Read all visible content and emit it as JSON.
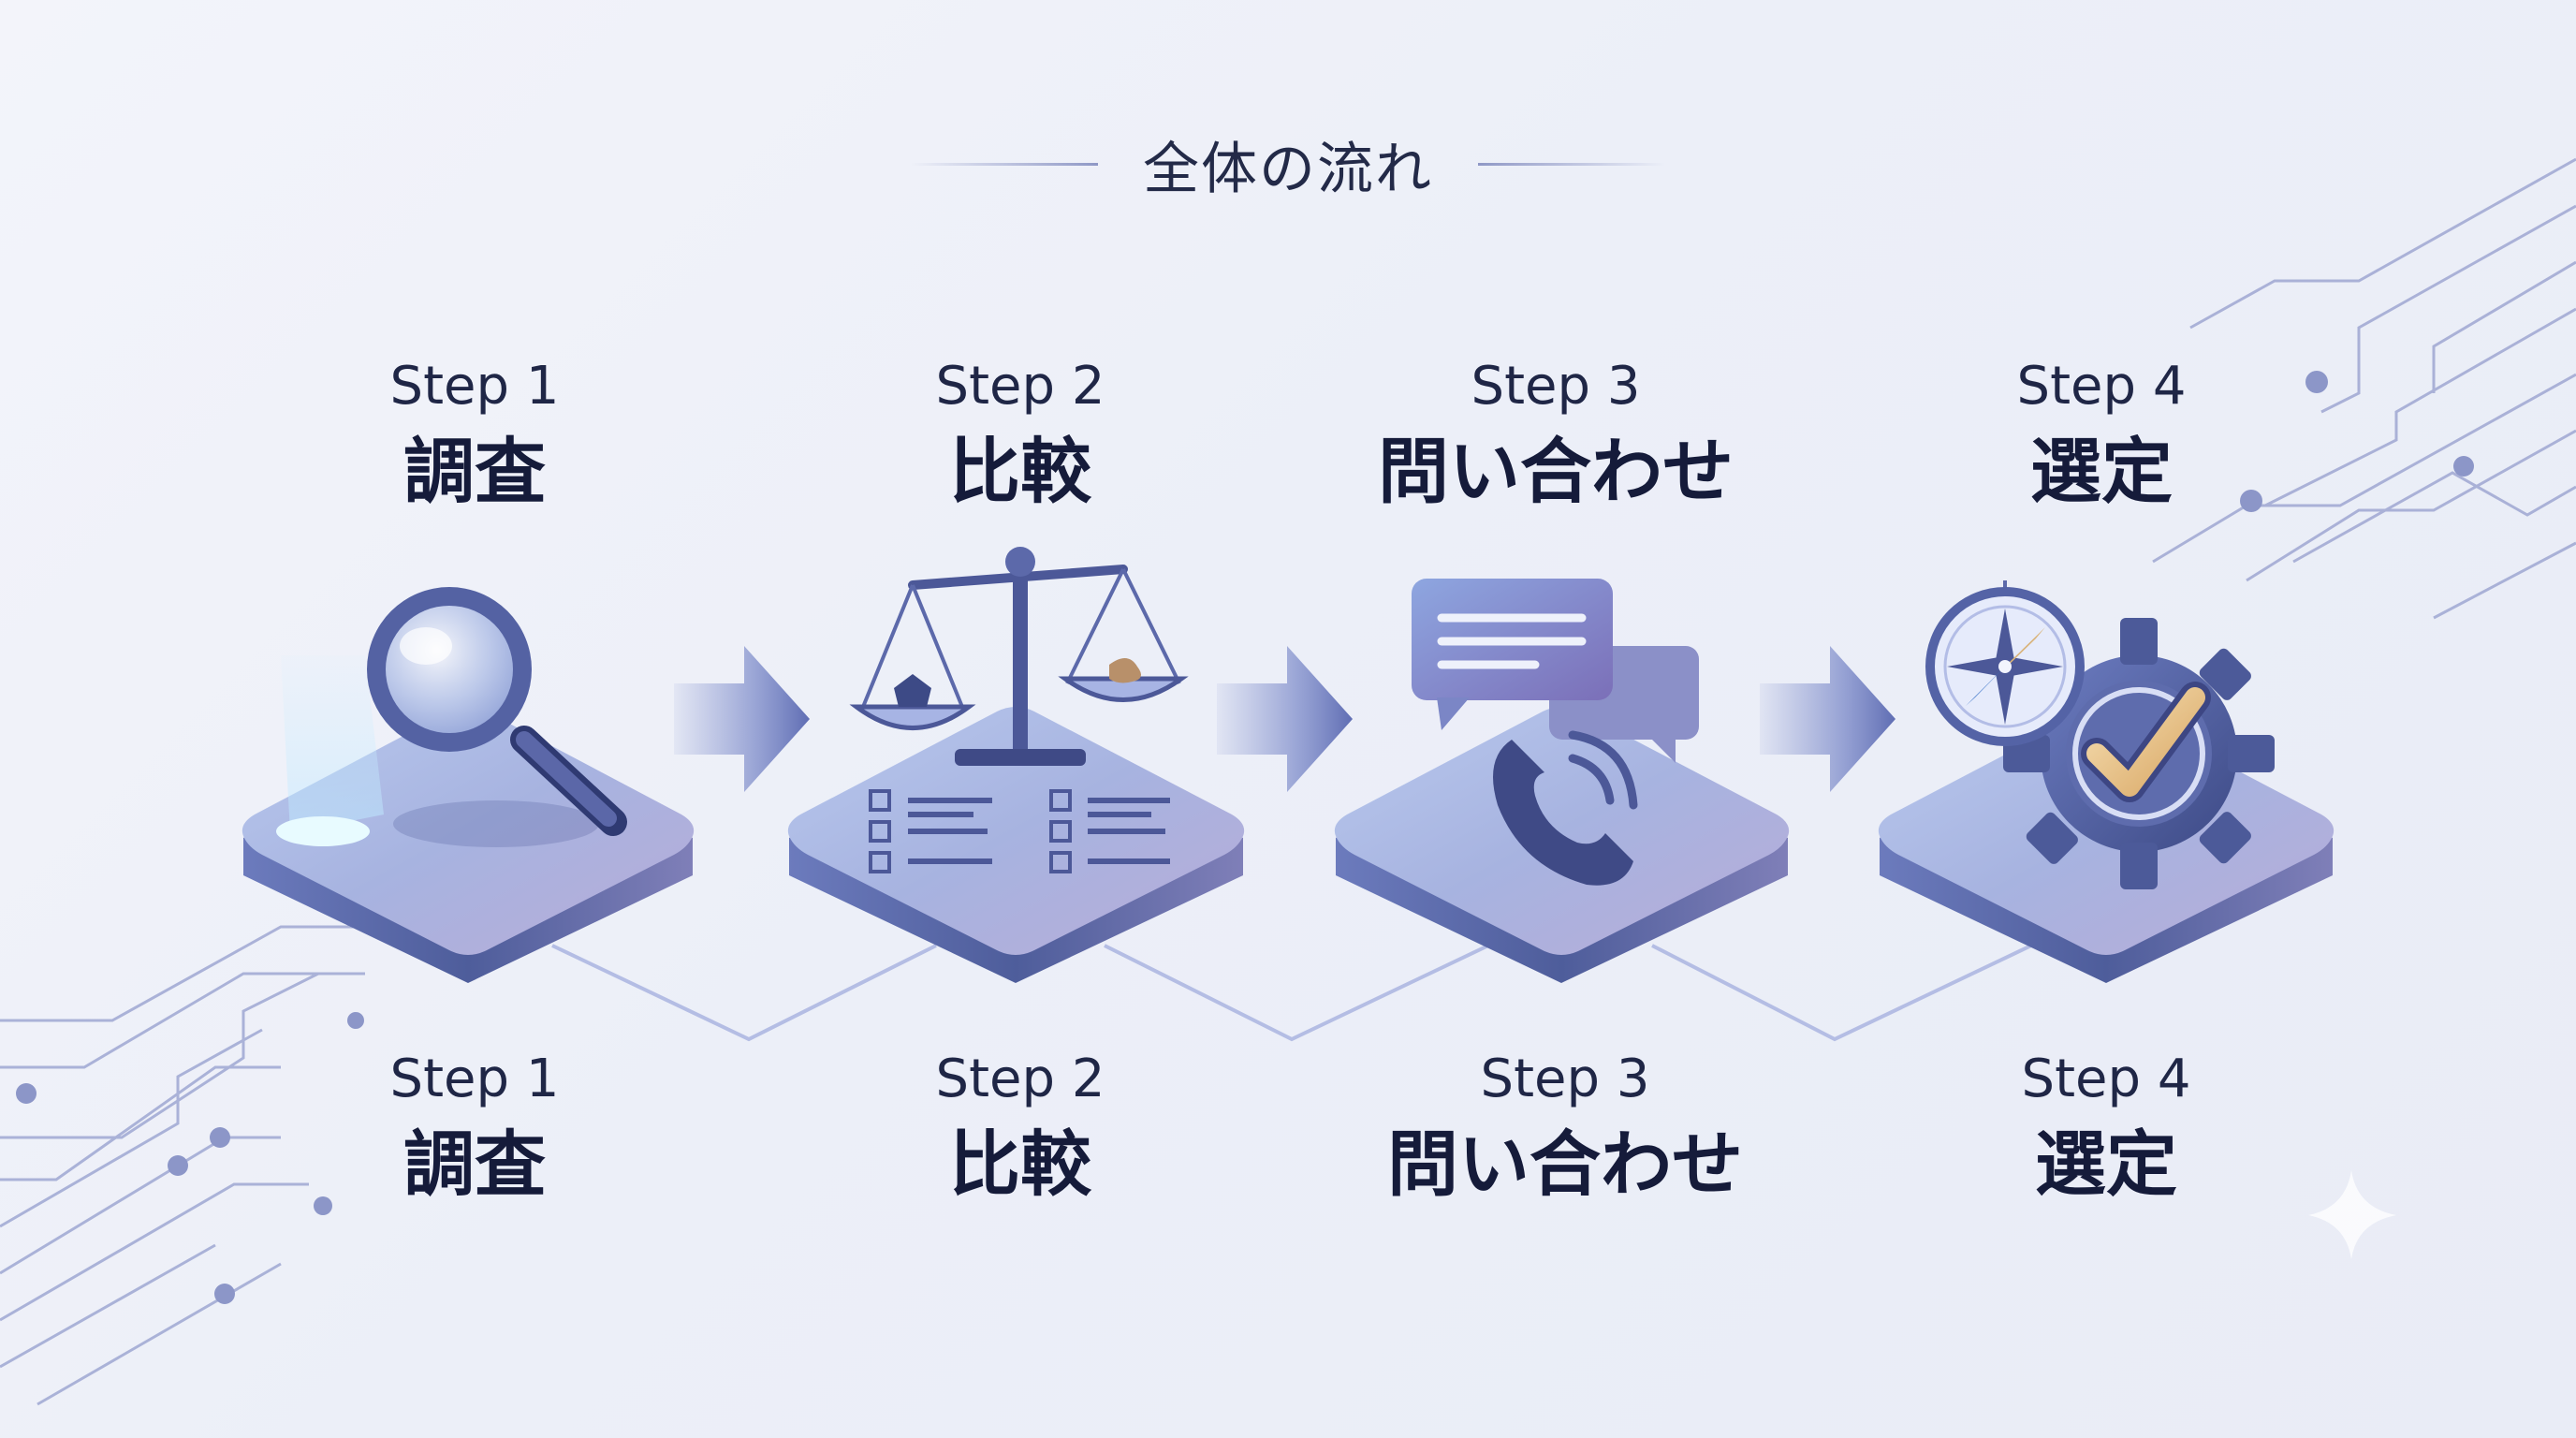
{
  "title": "全体の流れ",
  "steps": [
    {
      "step": "Step 1",
      "name": "調査",
      "icon": "magnifying-glass-icon"
    },
    {
      "step": "Step 2",
      "name": "比較",
      "icon": "balance-scale-icon"
    },
    {
      "step": "Step 3",
      "name": "問い合わせ",
      "icon": "chat-phone-icon"
    },
    {
      "step": "Step 4",
      "name": "選定",
      "icon": "compass-gear-check-icon"
    }
  ],
  "colors": {
    "accent": "#5b6aa8",
    "platform_top": "#a9b7e0",
    "platform_side": "#5c6aa3",
    "gold": "#e8c58a"
  }
}
